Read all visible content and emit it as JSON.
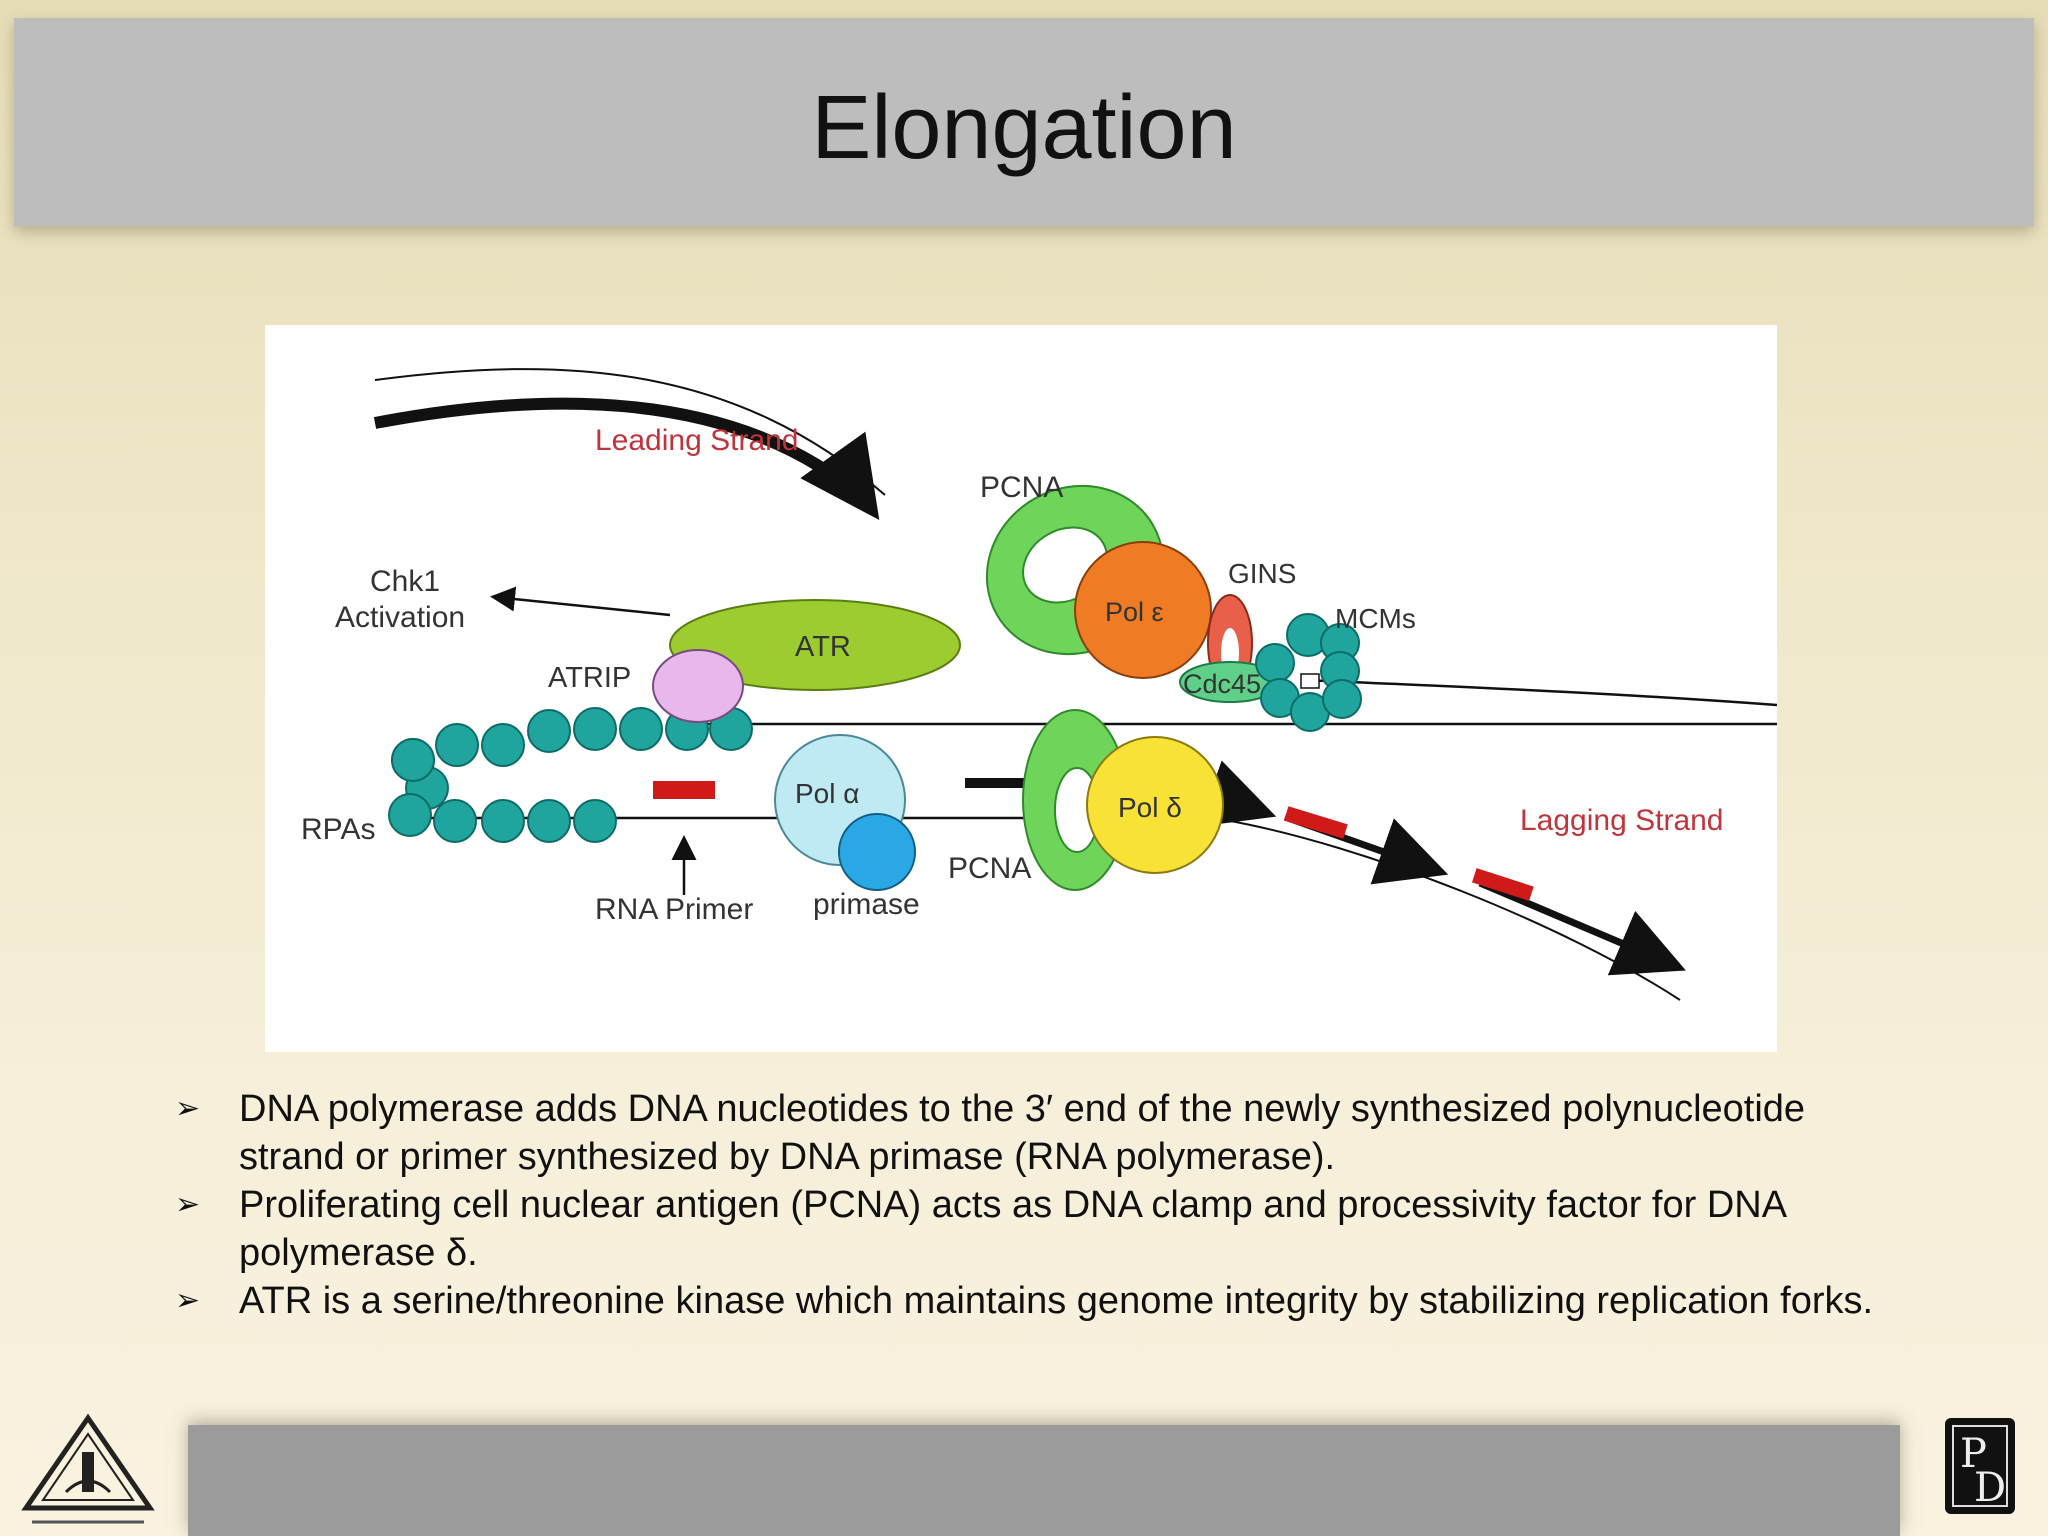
{
  "title": "Elongation",
  "diagram": {
    "labels": {
      "leading_strand": "Leading Strand",
      "lagging_strand": "Lagging Strand",
      "pcna_top": "PCNA",
      "pcna_bottom": "PCNA",
      "pol_epsilon": "Pol ε",
      "gins": "GINS",
      "mcms": "MCMs",
      "cdc45": "Cdc45",
      "chk1_line1": "Chk1",
      "chk1_line2": "Activation",
      "atr": "ATR",
      "atrip": "ATRIP",
      "rpas": "RPAs",
      "pol_alpha": "Pol α",
      "primase": "primase",
      "pol_delta": "Pol δ",
      "rna_primer": "RNA Primer"
    },
    "colors": {
      "label_red": "#c0343c",
      "label_dark": "#333333",
      "rpa_teal": "#1fa59d",
      "atr_green": "#9ccc2f",
      "atrip_pink": "#e8b7ec",
      "pol_epsilon_orange": "#f07b25",
      "pcna_green": "#6fd55a",
      "pol_alpha_lightblue": "#bfeaf3",
      "primase_blue": "#2aa8e6",
      "pol_delta_yellow": "#f8e235",
      "primer_red": "#d01a1a",
      "gins_red": "#e8604a",
      "cdc45_green": "#5fd08a"
    }
  },
  "bullets": [
    "DNA polymerase adds DNA nucleotides to the 3′ end of the newly synthesized  polynucleotide strand or primer synthesized by DNA primase (RNA polymerase).",
    "Proliferating cell nuclear antigen (PCNA) acts as DNA clamp and  processivity factor for DNA polymerase δ.",
    "ATR is a serine/threonine kinase which maintains genome integrity by stabilizing replication forks."
  ],
  "bullet_marker": "➢",
  "logo_right": {
    "letters": "PD"
  }
}
